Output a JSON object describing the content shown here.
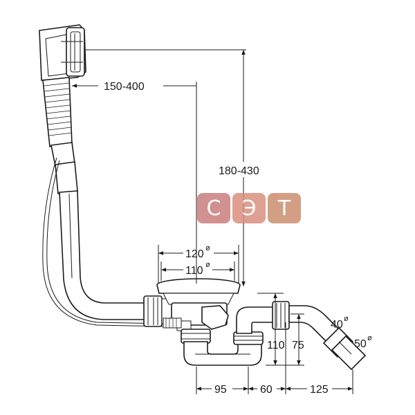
{
  "dimensions": {
    "d_150_400": "150-400",
    "d_180_430": "180-430",
    "d_120": "120",
    "d_110_dia": "110",
    "d_110_h": "110",
    "d_75": "75",
    "d_40": "40",
    "d_50": "50",
    "d_95": "95",
    "d_60": "60",
    "d_125": "125",
    "diameter_symbol": "ø"
  },
  "watermark": {
    "letters": [
      "С",
      "Э",
      "Т"
    ],
    "colors": [
      "#c97a7a",
      "#d98c7a",
      "#c98a6a"
    ]
  }
}
